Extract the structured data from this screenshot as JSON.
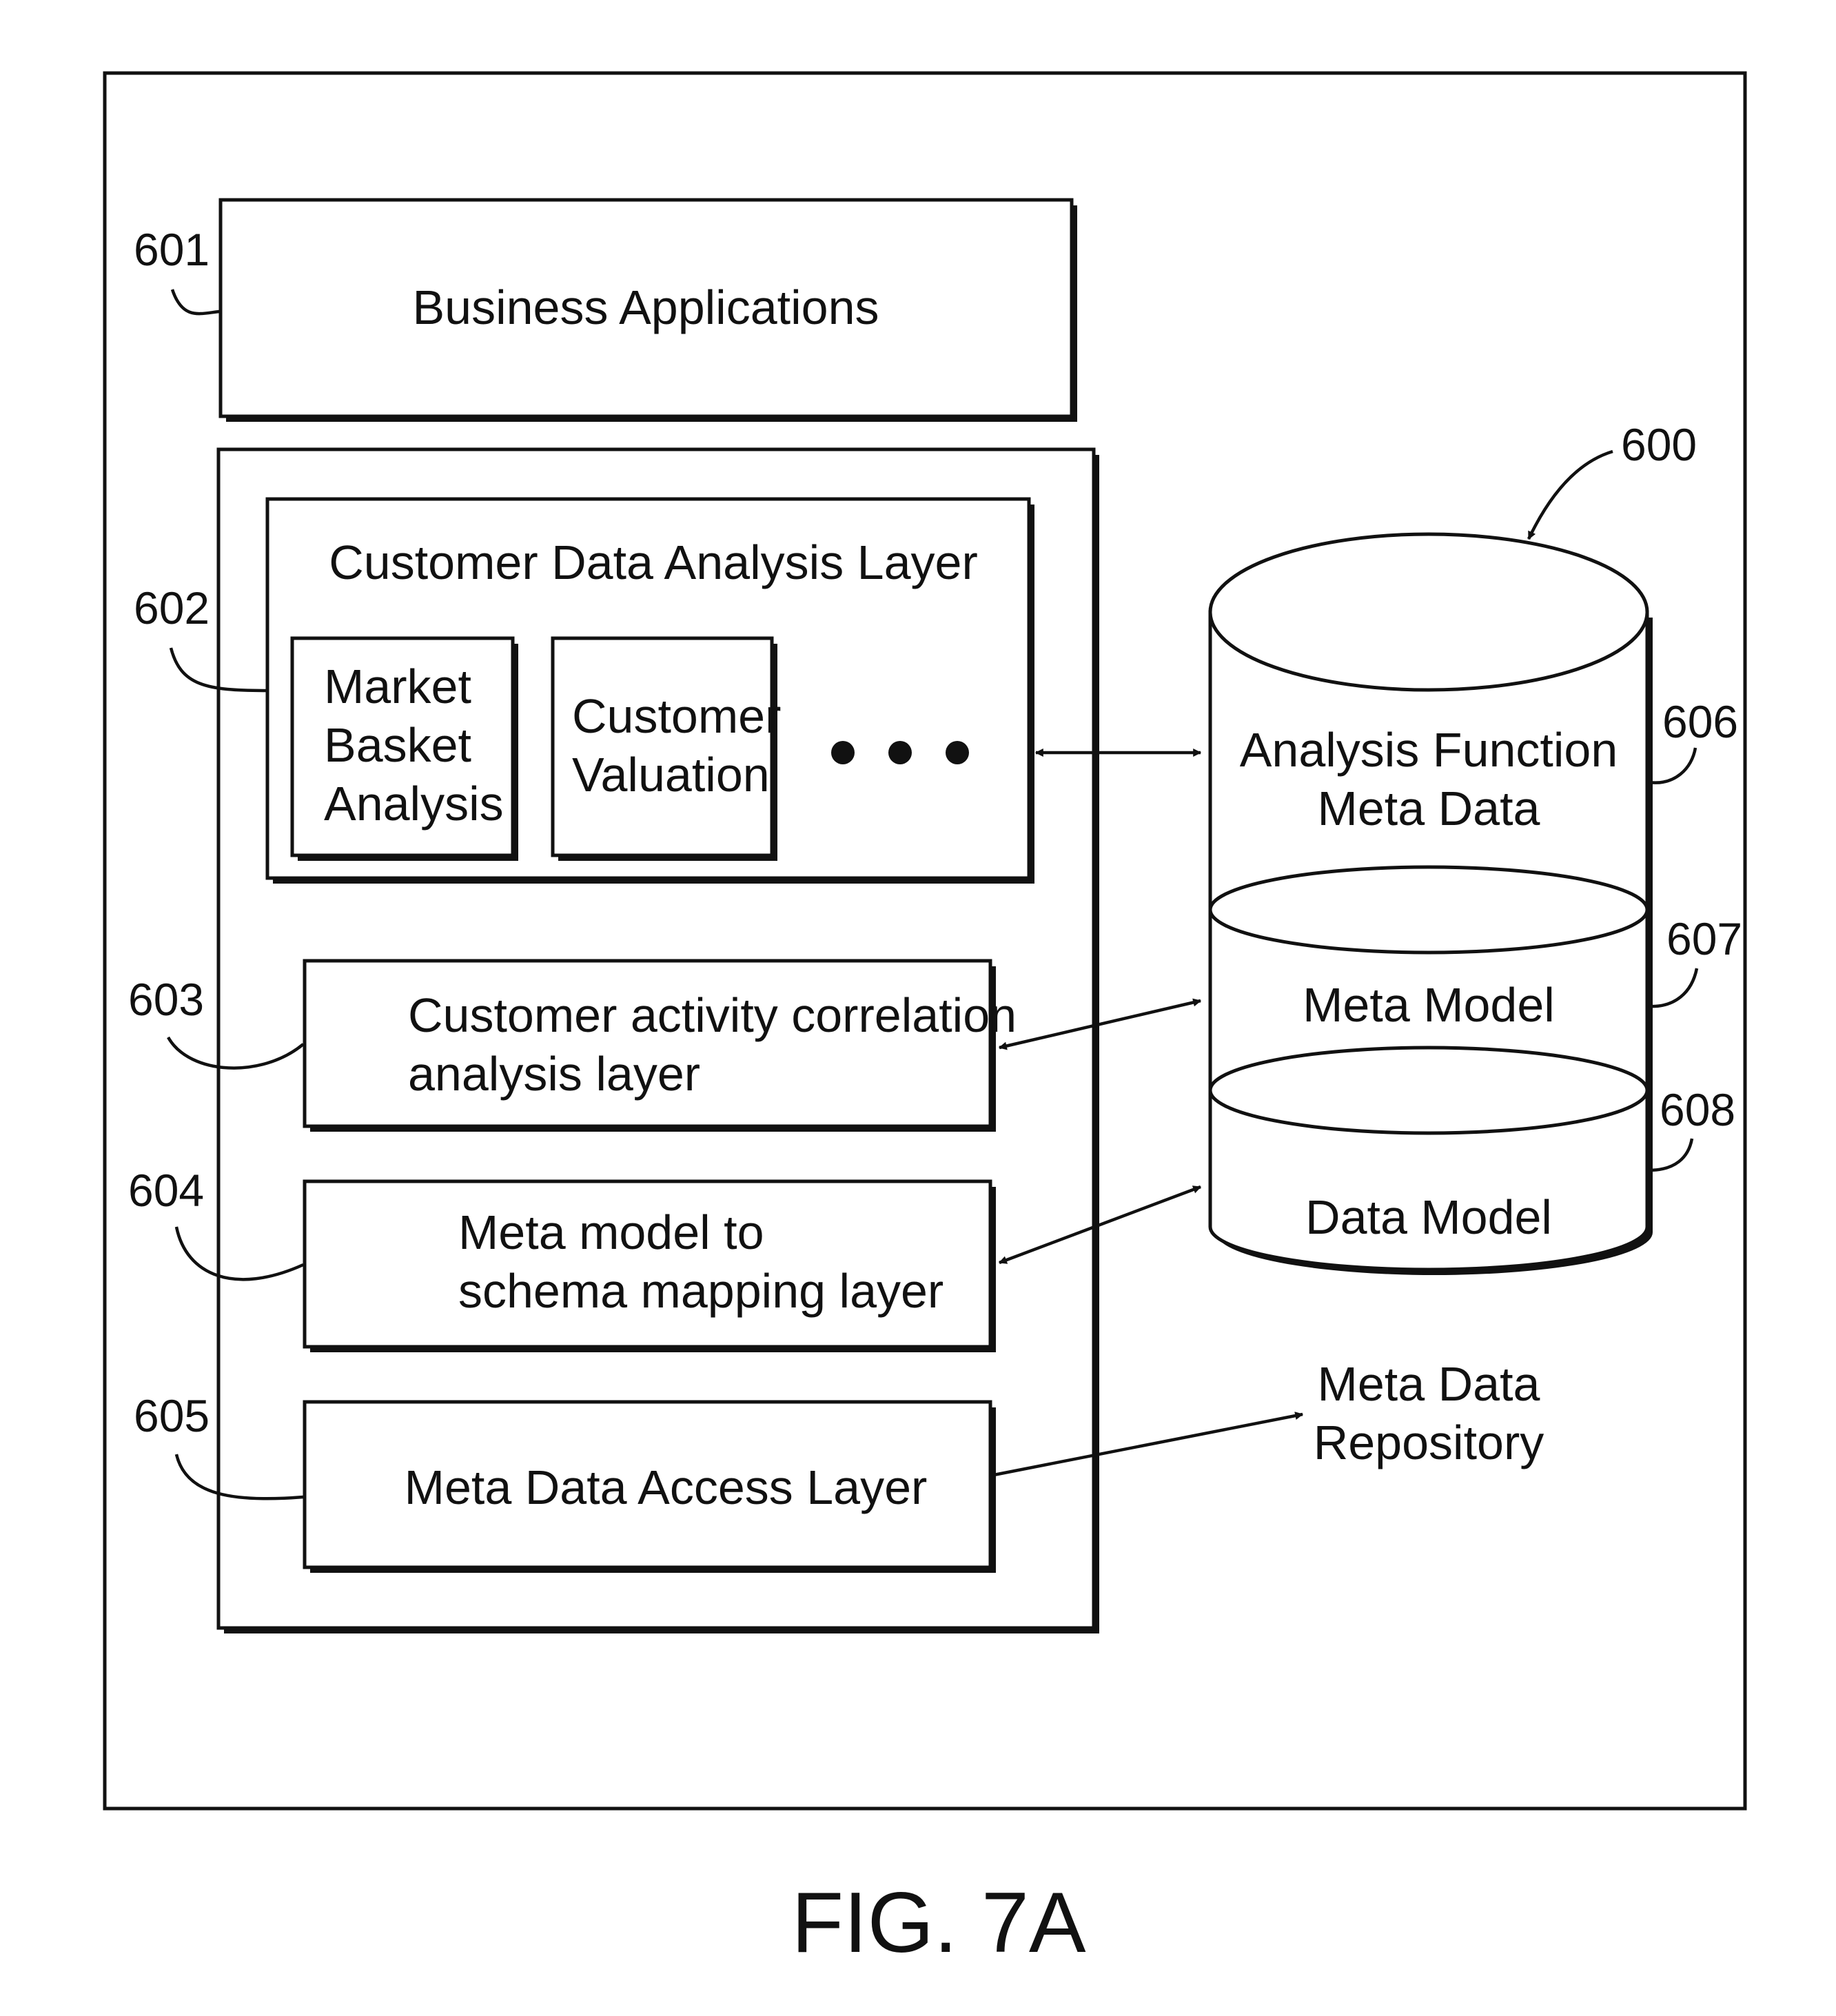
{
  "figure_label": "FIG. 7A",
  "boxes": {
    "business_applications": {
      "ref": "601",
      "label": "Business Applications"
    },
    "analysis_layer": {
      "ref": "602",
      "label": "Customer Data Analysis Layer",
      "modules": [
        {
          "lines": [
            "Market",
            "Basket",
            "Analysis"
          ]
        },
        {
          "lines": [
            "Customer",
            "Valuation"
          ]
        }
      ],
      "ellipsis": "• • •"
    },
    "correlation_layer": {
      "ref": "603",
      "lines": [
        "Customer activity correlation",
        "analysis layer"
      ]
    },
    "mapping_layer": {
      "ref": "604",
      "lines": [
        "Meta model to",
        "schema mapping layer"
      ]
    },
    "access_layer": {
      "ref": "605",
      "label": "Meta Data Access Layer"
    }
  },
  "repository": {
    "ref": "600",
    "segments": [
      {
        "ref": "606",
        "lines": [
          "Analysis Function",
          "Meta Data"
        ]
      },
      {
        "ref": "607",
        "lines": [
          "Meta Model"
        ]
      },
      {
        "ref": "608",
        "lines": [
          "Data Model"
        ]
      }
    ],
    "caption_lines": [
      "Meta Data",
      "Repository"
    ]
  }
}
